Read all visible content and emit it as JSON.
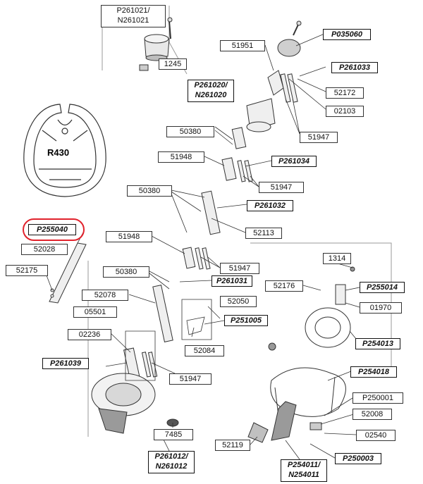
{
  "profile": {
    "text": "R430"
  },
  "labels": {
    "p261021": "P261021/\nN261021",
    "l1245": "1245",
    "l51951": "51951",
    "p035060": "P035060",
    "p261033": "P261033",
    "p261020": "P261020/\nN261020",
    "l52172": "52172",
    "l02103": "02103",
    "l50380a": "50380",
    "l51947a": "51947",
    "l51948a": "51948",
    "p261034": "P261034",
    "l51947b": "51947",
    "l50380b": "50380",
    "p261032": "P261032",
    "p255040": "P255040",
    "l52113": "52113",
    "l52028": "52028",
    "l51948b": "51948",
    "l52175": "52175",
    "l51947c": "51947",
    "l50380c": "50380",
    "p261031": "P261031",
    "l1314": "1314",
    "l52176": "52176",
    "p255014": "P255014",
    "l52078": "52078",
    "l52050": "52050",
    "l01970": "01970",
    "l05501": "05501",
    "p251005": "P251005",
    "l02236": "02236",
    "p254013": "P254013",
    "l52084": "52084",
    "p261039": "P261039",
    "p254018": "P254018",
    "l51947d": "51947",
    "p250001": "P250001",
    "l52008": "52008",
    "l7485": "7485",
    "l02540": "02540",
    "l52119": "52119",
    "p250003": "P250003",
    "p261012": "P261012/\nN261012",
    "p254011": "P254011/\nN254011"
  },
  "colors": {
    "line": "#333333",
    "highlight": "#e1222c",
    "part_fill": "#f2f2f2",
    "part_dark": "#8a8a8a"
  }
}
